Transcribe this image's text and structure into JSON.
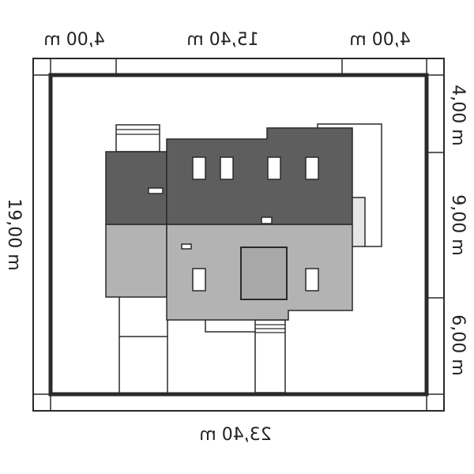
{
  "dimensions": {
    "top_left": "4,00 m",
    "top_center": "15,40 m",
    "top_right": "4,00 m",
    "bottom": "23,40 m",
    "left": "19,00 m",
    "right_top": "4,00 m",
    "right_middle": "9,00 m",
    "right_bottom": "6,00 m"
  },
  "colors": {
    "outline": "#2a2a2a",
    "dark_roof": "#5e5e5e",
    "light_roof": "#b3b3b3",
    "lot_fill": "#ffffff"
  }
}
